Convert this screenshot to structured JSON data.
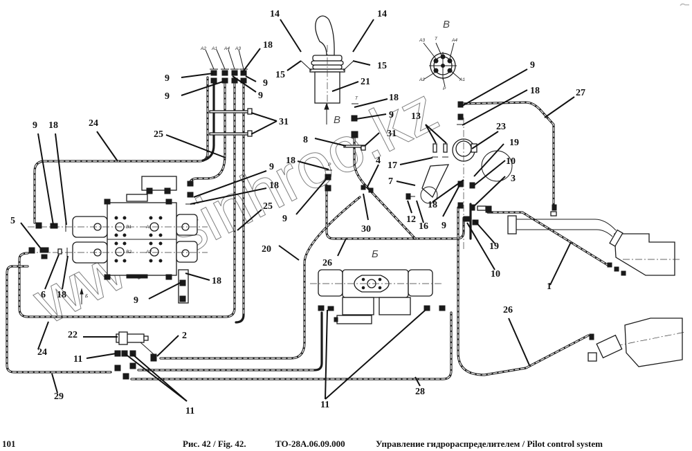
{
  "page": {
    "number": "101",
    "figure_label": "Рис. 42 / Fig. 42.",
    "document_code": "ТО-28А.06.09.000",
    "caption": "Управление гидрораспределителем / Pilot control system"
  },
  "watermark": "www.sinhroo.kz",
  "views": {
    "view_b_cyrillic": "Б",
    "view_v": "В"
  },
  "port_labels": {
    "a1": "A1",
    "a2": "A2",
    "a3": "A3",
    "a4": "A4",
    "b1": "B1",
    "b2": "B2",
    "t": "T",
    "p": "P"
  },
  "callouts": [
    {
      "id": "c14a",
      "text": "14"
    },
    {
      "id": "c14b",
      "text": "14"
    },
    {
      "id": "c15a",
      "text": "15"
    },
    {
      "id": "c15b",
      "text": "15"
    },
    {
      "id": "c21",
      "text": "21"
    },
    {
      "id": "c18a",
      "text": "18"
    },
    {
      "id": "c9a",
      "text": "9"
    },
    {
      "id": "c9b",
      "text": "9"
    },
    {
      "id": "c9c",
      "text": "9"
    },
    {
      "id": "c9d",
      "text": "9"
    },
    {
      "id": "c31a",
      "text": "31"
    },
    {
      "id": "c24a",
      "text": "24"
    },
    {
      "id": "c25a",
      "text": "25"
    },
    {
      "id": "c9e",
      "text": "9"
    },
    {
      "id": "c18b",
      "text": "18"
    },
    {
      "id": "c9f",
      "text": "9"
    },
    {
      "id": "c18c",
      "text": "18"
    },
    {
      "id": "c25b",
      "text": "25"
    },
    {
      "id": "c5",
      "text": "5"
    },
    {
      "id": "c6",
      "text": "6"
    },
    {
      "id": "c18d",
      "text": "18"
    },
    {
      "id": "c18e",
      "text": "18"
    },
    {
      "id": "c9g",
      "text": "9"
    },
    {
      "id": "c24b",
      "text": "24"
    },
    {
      "id": "c22",
      "text": "22"
    },
    {
      "id": "c2",
      "text": "2"
    },
    {
      "id": "c11a",
      "text": "11"
    },
    {
      "id": "c11b",
      "text": "11"
    },
    {
      "id": "c29",
      "text": "29"
    },
    {
      "id": "c18f",
      "text": "18"
    },
    {
      "id": "c9h",
      "text": "9"
    },
    {
      "id": "c8",
      "text": "8"
    },
    {
      "id": "c31b",
      "text": "31"
    },
    {
      "id": "c18g",
      "text": "18"
    },
    {
      "id": "c9i",
      "text": "9"
    },
    {
      "id": "c4",
      "text": "4"
    },
    {
      "id": "c30",
      "text": "30"
    },
    {
      "id": "c20",
      "text": "20"
    },
    {
      "id": "c26a",
      "text": "26"
    },
    {
      "id": "c13",
      "text": "13"
    },
    {
      "id": "c17",
      "text": "17"
    },
    {
      "id": "c7",
      "text": "7"
    },
    {
      "id": "c12",
      "text": "12"
    },
    {
      "id": "c16",
      "text": "16"
    },
    {
      "id": "c18h",
      "text": "18"
    },
    {
      "id": "c9j",
      "text": "9"
    },
    {
      "id": "c9k",
      "text": "9"
    },
    {
      "id": "c18i",
      "text": "18"
    },
    {
      "id": "c27",
      "text": "27"
    },
    {
      "id": "c23",
      "text": "23"
    },
    {
      "id": "c19a",
      "text": "19"
    },
    {
      "id": "c10a",
      "text": "10"
    },
    {
      "id": "c3",
      "text": "3"
    },
    {
      "id": "c19b",
      "text": "19"
    },
    {
      "id": "c10b",
      "text": "10"
    },
    {
      "id": "c1",
      "text": "1"
    },
    {
      "id": "c26b",
      "text": "26"
    },
    {
      "id": "c11c",
      "text": "11"
    },
    {
      "id": "c28",
      "text": "28"
    }
  ]
}
